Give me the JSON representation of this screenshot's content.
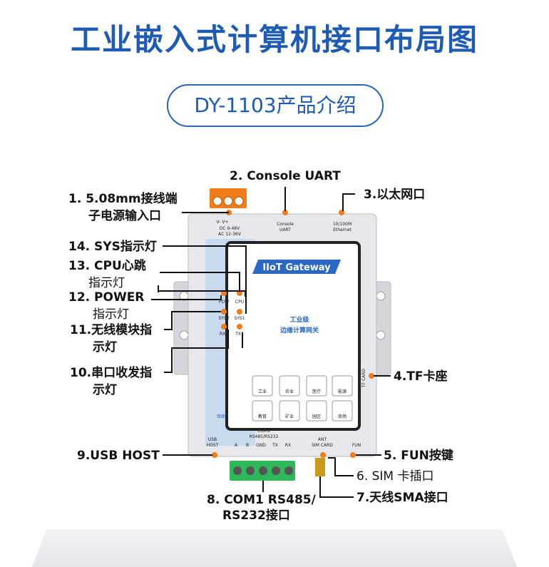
{
  "title": "工业嵌入式计算机接口布局图",
  "subtitle": "DY-1103产品介绍",
  "callouts": {
    "c1a": "1.  5.08mm接线端",
    "c1b": "子电源输入口",
    "c2": "2. Console UART",
    "c3": "3.以太网口",
    "c4": "4.TF卡座",
    "c5": "5. FUN按键",
    "c6": "6. SIM 卡插口",
    "c7": "7.天线SMA接口",
    "c8a": "8. COM1 RS485/",
    "c8b": "RS232接口",
    "c9": "9.USB HOST",
    "c10a": "10.串口收发指",
    "c10b": "示灯",
    "c11a": "11.无线模块指",
    "c11b": "示灯",
    "c12a": "12. POWER",
    "c12b": "指示灯",
    "c13a": "13. CPU心跳",
    "c13b": "指示灯",
    "c14": "14. SYS指示灯"
  },
  "device": {
    "screen_title": "IIoT Gateway",
    "tag1": "工业级",
    "tag2": "边缘计算网关",
    "top_power": "V-  V+",
    "top_power2": "DC 9-48V",
    "top_power3": "AC 12-36V",
    "top_console": "Console",
    "top_console2": "UART",
    "top_eth": "10/100M",
    "top_eth2": "Ethernet",
    "leds": [
      "POW",
      "CPU",
      "SYS2",
      "SYS1",
      "RX1",
      "TX1"
    ],
    "icons": [
      "工业",
      "农业",
      "医疗",
      "能源",
      "教育",
      "矿业",
      "园区",
      "商场"
    ],
    "side_tf": "TF CARD",
    "bottom_usb": "USB",
    "bottom_usb2": "HOST",
    "bottom_com": "COM1",
    "bottom_com2": "RS485/RS232",
    "bottom_pins": [
      "A",
      "B",
      "GND",
      "TX",
      "RX"
    ],
    "bottom_ant": "ANT",
    "bottom_sim": "SIM CARD",
    "bottom_fun": "FUN",
    "brand": "钜联"
  },
  "colors": {
    "accent": "#1e5bb5",
    "orange": "#f07d1a",
    "terminal_green": "#2db85a",
    "panel": "#c9d9ee"
  }
}
